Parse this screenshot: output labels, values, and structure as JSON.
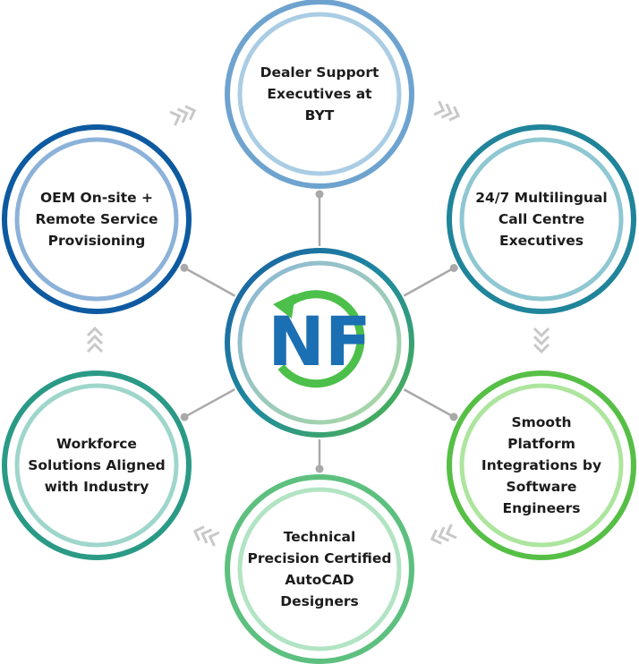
{
  "center": {
    "logo_text": "NF",
    "colors": {
      "n": "#1b6fb3",
      "f": "#1b6fb3",
      "arrow": "#4cc04a"
    }
  },
  "nodes": [
    {
      "id": "dealer-support",
      "label": "Dealer Support\nExecutives at\nBYT",
      "outer_color": "#6ea3cf",
      "inner_color": "#aacde4"
    },
    {
      "id": "call-centre",
      "label": "24/7 Multilingual\nCall Centre\nExecutives",
      "outer_color": "#20849a",
      "inner_color": "#8fc7d2"
    },
    {
      "id": "platform-integrations",
      "label": "Smooth\nPlatform\nIntegrations by\nSoftware\nEngineers",
      "outer_color": "#56bf45",
      "inner_color": "#ade59e"
    },
    {
      "id": "autocad-designers",
      "label": "Technical\nPrecision Certified\nAutoCAD\nDesigners",
      "outer_color": "#5dc07f",
      "inner_color": "#b2e4c3"
    },
    {
      "id": "workforce-solutions",
      "label": "Workforce\nSolutions Aligned\nwith Industry",
      "outer_color": "#2a9a86",
      "inner_color": "#9fd6cb"
    },
    {
      "id": "oem-service",
      "label": "OEM On-site +\nRemote Service\nProvisioning",
      "outer_color": "#0d5aa0",
      "inner_color": "#8cb2d9"
    }
  ],
  "arrow_color": "#c8c8c8",
  "connector_color": "#a9a9a9"
}
